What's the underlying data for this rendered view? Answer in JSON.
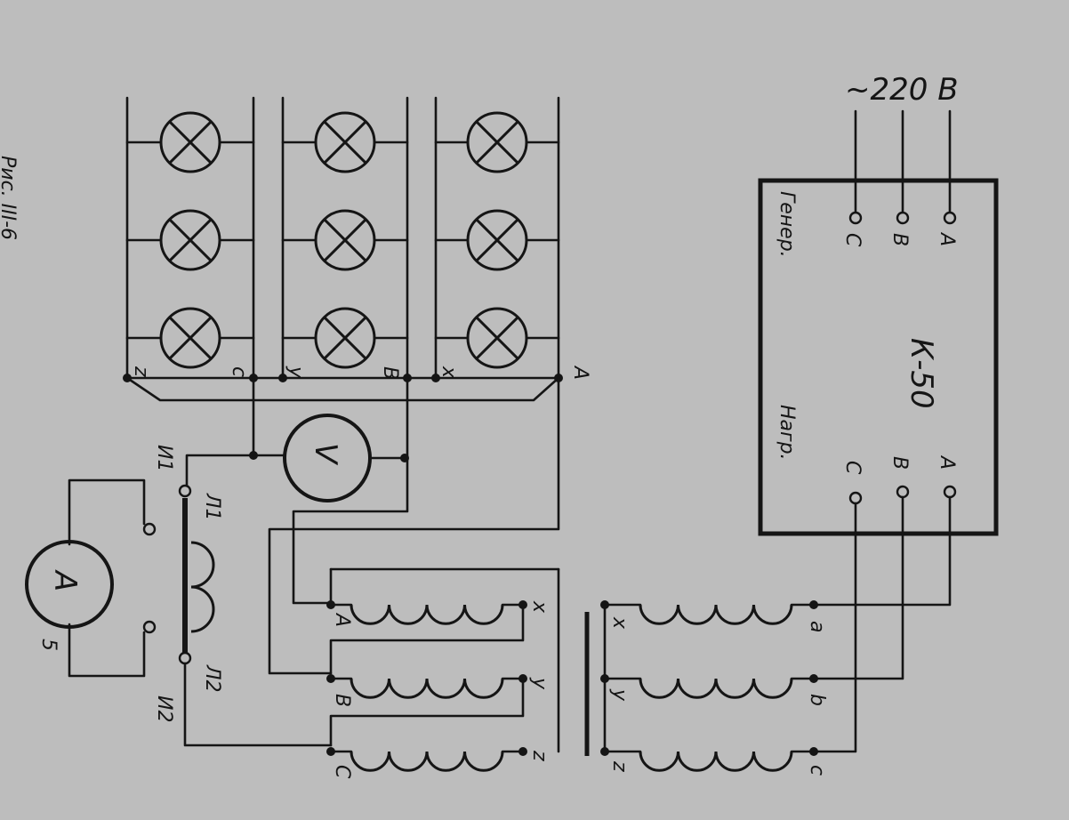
{
  "supply": {
    "label": "~220 В"
  },
  "controller": {
    "name": "К-50",
    "generator_label": "Генер.",
    "load_label": "Нагр.",
    "generator_terminals": [
      "С",
      "В",
      "А"
    ],
    "load_terminals": [
      "С",
      "В",
      "А"
    ]
  },
  "lamp_load": {
    "terminal_labels": [
      "z",
      "c",
      "y",
      "B",
      "x",
      "A"
    ]
  },
  "voltmeter": {
    "symbol": "V"
  },
  "ammeter": {
    "symbol": "A",
    "extra_label": "5"
  },
  "current_transformer": {
    "labels": [
      "И1",
      "Л1",
      "Л2",
      "И2"
    ]
  },
  "transformer": {
    "primary_start": [
      "A",
      "B",
      "C"
    ],
    "primary_end": [
      "x",
      "y",
      "z"
    ],
    "secondary_start": [
      "x",
      "y",
      "z"
    ],
    "secondary_end": [
      "a",
      "b",
      "c"
    ]
  },
  "side_caption": "Рис. III-6"
}
